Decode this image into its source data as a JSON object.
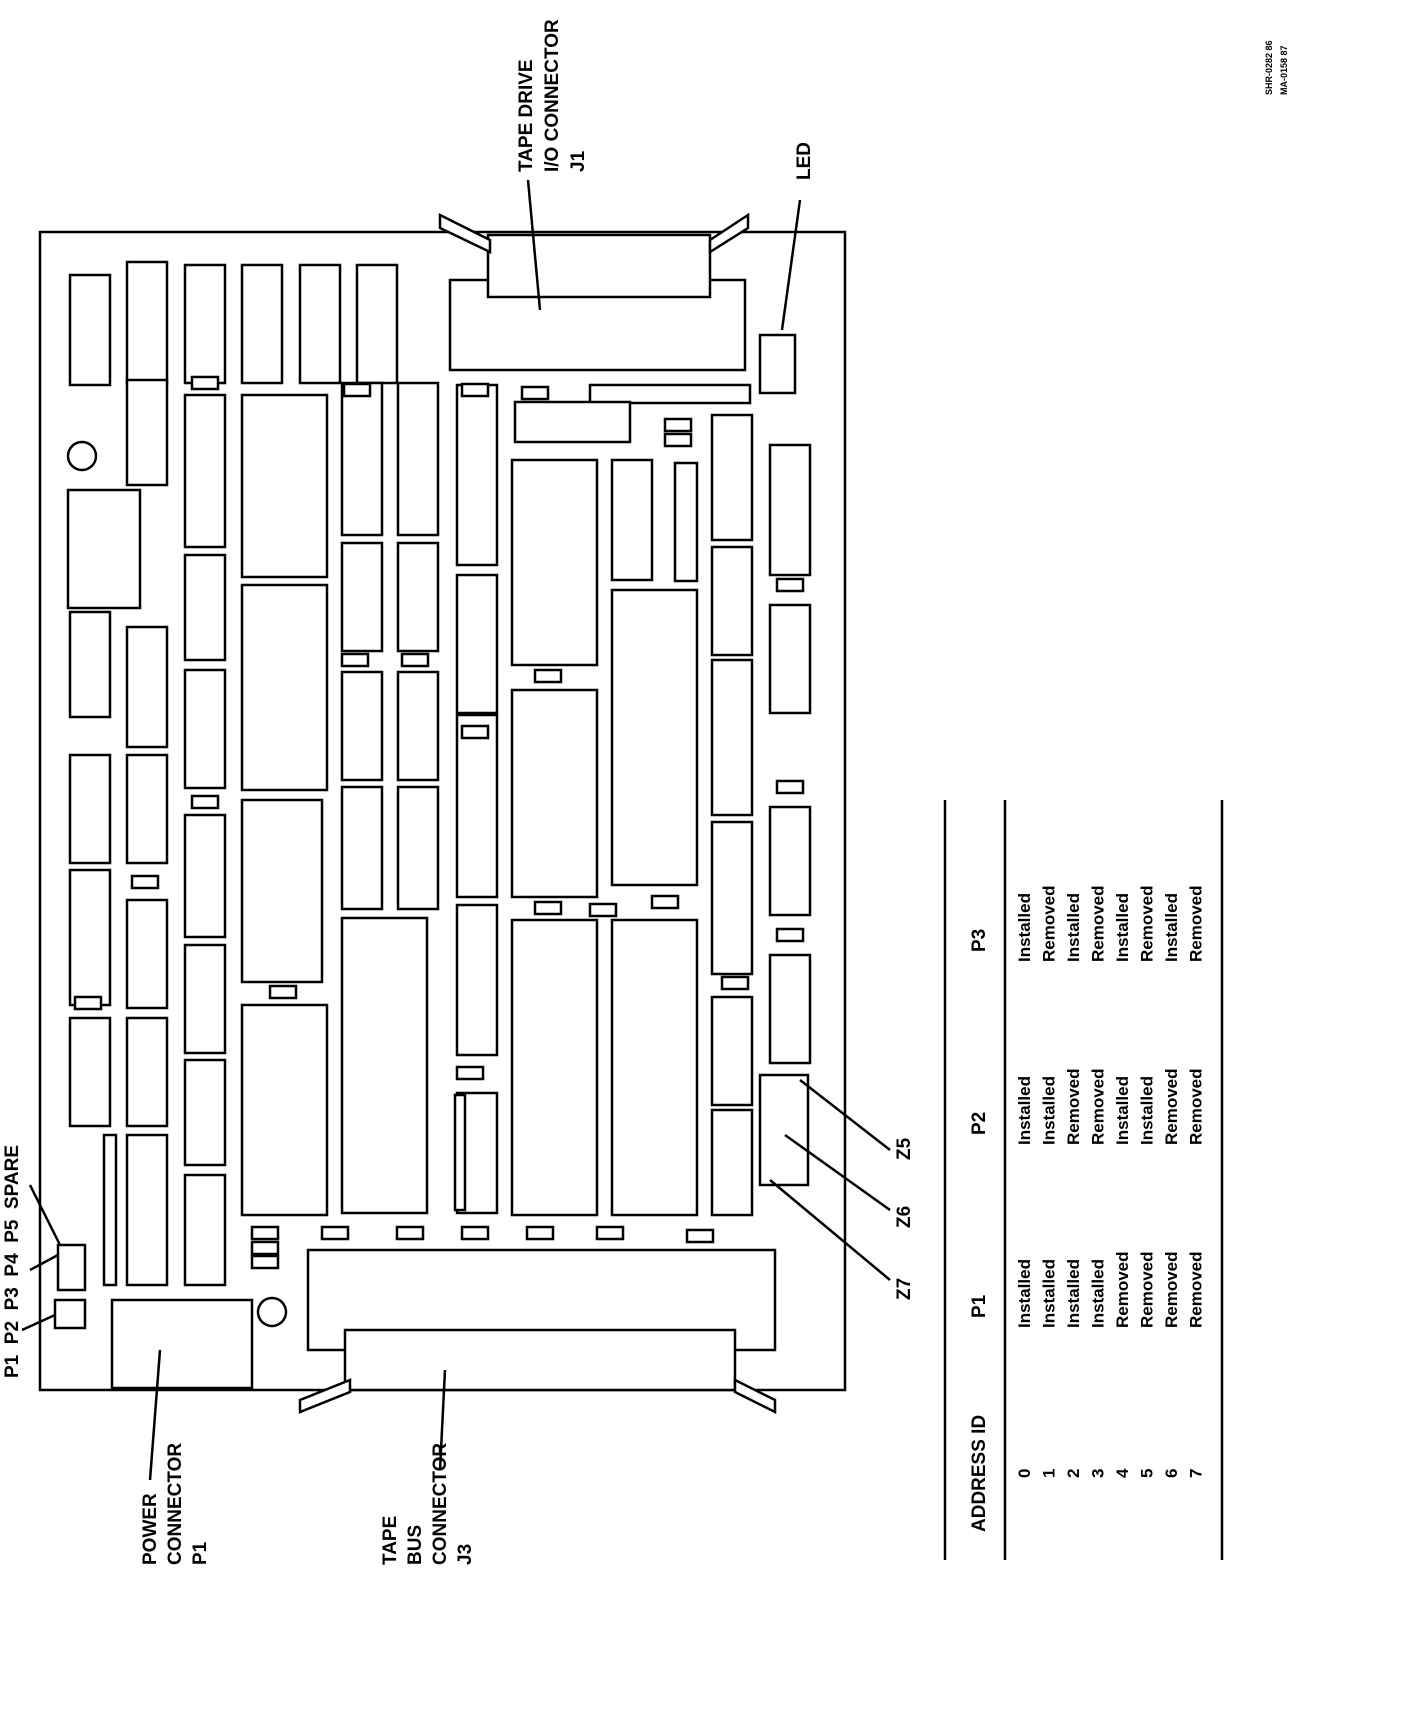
{
  "labels": {
    "tape_drive_1": "TAPE DRIVE",
    "tape_drive_2": "I/O CONNECTOR",
    "tape_drive_3": "J1",
    "led": "LED",
    "jumpers": "P1  P2  P3  P4  P5  SPARE",
    "power_1": "POWER",
    "power_2": "CONNECTOR",
    "power_3": "P1",
    "bus_1": "TAPE",
    "bus_2": "BUS",
    "bus_3": "CONNECTOR",
    "bus_4": "J3",
    "z5": "Z5",
    "z6": "Z6",
    "z7": "Z7",
    "ref_1": "SHR-0282 86",
    "ref_2": "MA-0158 87"
  },
  "table": {
    "headers": [
      "ADDRESS ID",
      "P1",
      "P2",
      "P3"
    ],
    "rows": [
      [
        "0",
        "Installed",
        "Installed",
        "Installed"
      ],
      [
        "1",
        "Installed",
        "Installed",
        "Removed"
      ],
      [
        "2",
        "Installed",
        "Removed",
        "Installed"
      ],
      [
        "3",
        "Installed",
        "Removed",
        "Removed"
      ],
      [
        "4",
        "Removed",
        "Installed",
        "Installed"
      ],
      [
        "5",
        "Removed",
        "Installed",
        "Removed"
      ],
      [
        "6",
        "Removed",
        "Removed",
        "Installed"
      ],
      [
        "7",
        "Removed",
        "Removed",
        "Removed"
      ]
    ]
  }
}
